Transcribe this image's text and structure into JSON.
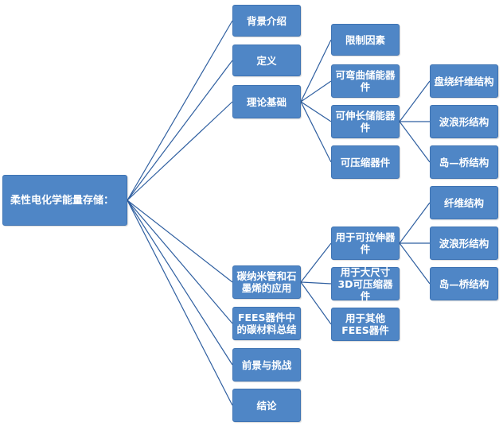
{
  "root": {
    "label": "柔性电化学能量存储："
  },
  "level1": {
    "background": "背景介绍",
    "definition": "定义",
    "theory": "理论基础",
    "cnt_graphene": "碳纳米管和石墨烯的应用",
    "fees_summary": "FEES器件中的碳材料总结",
    "prospects": "前景与挑战",
    "conclusion": "结论"
  },
  "theory_children": {
    "limits": "限制因素",
    "bendable": "可弯曲储能器件",
    "stretchable": "可伸长储能器件",
    "compressible": "可压缩器件"
  },
  "stretchable_children": {
    "coil": "盘绕纤维结构",
    "wave": "波浪形结构",
    "island": "岛—桥结构"
  },
  "cnt_children": {
    "stretch": "用于可拉伸器件",
    "compress3d": "用于大尺寸3D可压缩器件",
    "other": "用于其他FEES器件"
  },
  "stretch_children": {
    "fiber": "纤维结构",
    "wave": "波浪形结构",
    "island": "岛—桥结构"
  },
  "colors": {
    "node_fill": "#4f86c6",
    "node_border": "#3f74b3",
    "connector": "#2f5fa0"
  }
}
